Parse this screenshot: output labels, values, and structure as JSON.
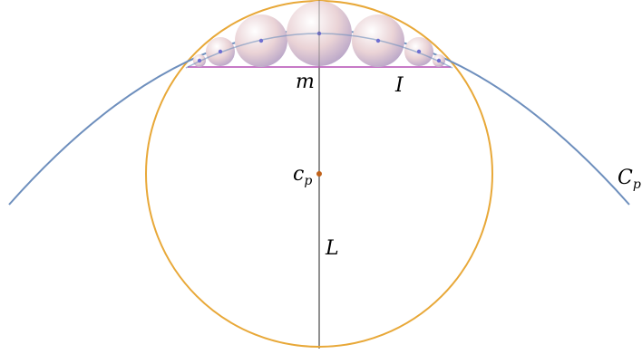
{
  "labels": {
    "m": "m",
    "I": "I",
    "c": "c",
    "c_sub": "p",
    "L": "L",
    "C": "C",
    "C_sub": "p"
  },
  "colors": {
    "circle": "#E8A838",
    "curve": "#6E8FBD",
    "segment": "#C77AC7",
    "axis": "#6B6B6B",
    "center": "#C0621A",
    "sphere_light": "#FFFFFF",
    "sphere_mid": "#EAD3D6",
    "sphere_dark": "#B5A2C7",
    "sphere_center_dot": "#6F6FD2"
  },
  "spheres": {
    "count": 7
  }
}
